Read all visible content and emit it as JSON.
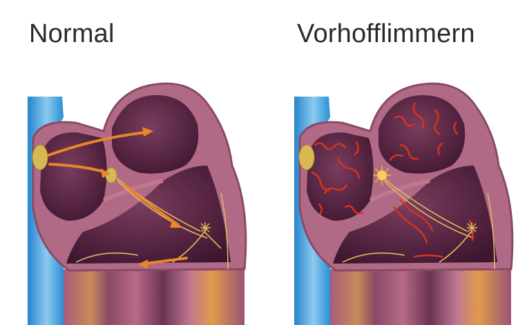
{
  "panels": [
    {
      "title": "Normal"
    },
    {
      "title": "Vorhofflimmern"
    }
  ],
  "colors": {
    "background": "#ffffff",
    "vein_blue": "#2a8fd6",
    "vein_blue_light": "#8ccaf0",
    "heart_wall": "#b06a86",
    "heart_wall_dark": "#8a4a66",
    "chamber_dark": "#4a1f38",
    "chamber_mid": "#6b3352",
    "node_yellow": "#d8b850",
    "conduction_orange": "#e8862a",
    "signal_red": "#e0301e",
    "nerve_yellow": "#e3b860"
  },
  "icons": [
    "sinus-node",
    "av-node",
    "signal-arrow",
    "chaotic-signal"
  ]
}
